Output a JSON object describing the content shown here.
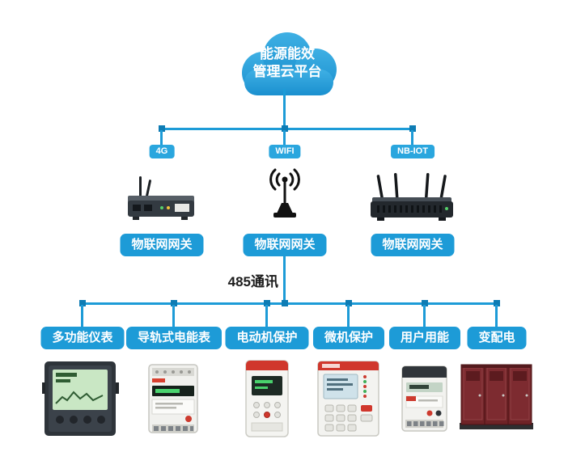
{
  "diagram": {
    "cloud": {
      "line1": "能源能效",
      "line2": "管理云平台"
    },
    "badges": [
      {
        "label": "4G"
      },
      {
        "label": "WIFI"
      },
      {
        "label": "NB-IOT"
      }
    ],
    "gateways": [
      {
        "label": "物联网网关",
        "image": "4g-router"
      },
      {
        "label": "物联网网关",
        "image": "wifi-antenna"
      },
      {
        "label": "物联网网关",
        "image": "nbiot-router"
      }
    ],
    "bus_label": "485通讯",
    "devices": [
      {
        "label": "多功能仪表",
        "image": "multifunction-meter"
      },
      {
        "label": "导轨式电能表",
        "image": "din-rail-energy-meter"
      },
      {
        "label": "电动机保护",
        "image": "motor-protection-device"
      },
      {
        "label": "微机保护",
        "image": "microcomputer-protection-relay"
      },
      {
        "label": "用户用能",
        "image": "user-energy-meter"
      },
      {
        "label": "变配电",
        "image": "power-distribution-cabinet"
      }
    ],
    "colors": {
      "accent": "#1d9bd7",
      "badge": "#2aa6de",
      "node": "#0e7cb4",
      "cloud_top": "#3fb0e4",
      "cloud_bottom": "#1a90cf",
      "bus_text": "#1b1b1b"
    }
  }
}
